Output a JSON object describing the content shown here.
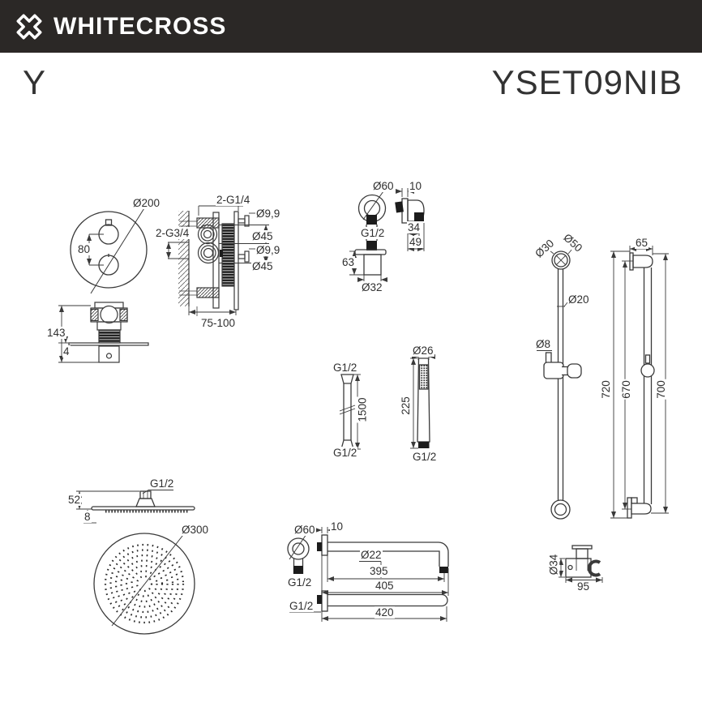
{
  "header": {
    "brand": "WHITECROSS",
    "logo_icon": "whitecross-x-logo"
  },
  "title": {
    "series": "Y",
    "model": "YSET09NIB"
  },
  "colors": {
    "header_bg": "#2b2826",
    "line": "#3a3a3a",
    "text": "#303030"
  },
  "labels": {
    "mixer_diameter": "Ø200",
    "mixer_handle_spacing": "80",
    "mixer_outlet_thread": "2-G3/4",
    "mixer_inlet_thread": "2-G1/4",
    "handle_stem_top_d": "Ø9,9",
    "handle_trim_top_d": "Ø45",
    "handle_stem_bottom_d": "Ø9,9",
    "handle_trim_bottom_d": "Ø45",
    "mixer_install_depth": "75-100",
    "mixer_body_height": "143",
    "mixer_plate_thickness": "4",
    "elbow_flange_d": "Ø60",
    "elbow_depth_top": "10",
    "elbow_outlet_offset": "34",
    "elbow_total_depth": "49",
    "elbow_thread": "G1/2",
    "elbow_body_height": "63",
    "elbow_body_d": "Ø32",
    "bar_mount_inner_d": "Ø30",
    "bar_mount_outer_d": "Ø50",
    "bar_wall_offset": "65",
    "bar_tube_d": "Ø20",
    "bar_holder_pin_d": "Ø8",
    "bar_height_total": "720",
    "bar_height_tube": "670",
    "bar_height_outer": "700",
    "hose_top_thread": "G1/2",
    "hose_length": "1500",
    "hose_bottom_thread": "G1/2",
    "handshower_d": "Ø26",
    "handshower_length": "225",
    "handshower_thread": "G1/2",
    "head_thread": "G1/2",
    "head_mount_height": "52",
    "head_edge_thickness": "8",
    "head_d": "Ø300",
    "arm_flange_d": "Ø60",
    "arm_flange_depth": "10",
    "arm_thread_front": "G1/2",
    "arm_tube_d": "Ø22",
    "arm_length_tube": "395",
    "arm_length_total": "405",
    "arm_thread_top": "G1/2",
    "arm_length_top": "420",
    "holder_d": "Ø34",
    "holder_width": "95"
  }
}
